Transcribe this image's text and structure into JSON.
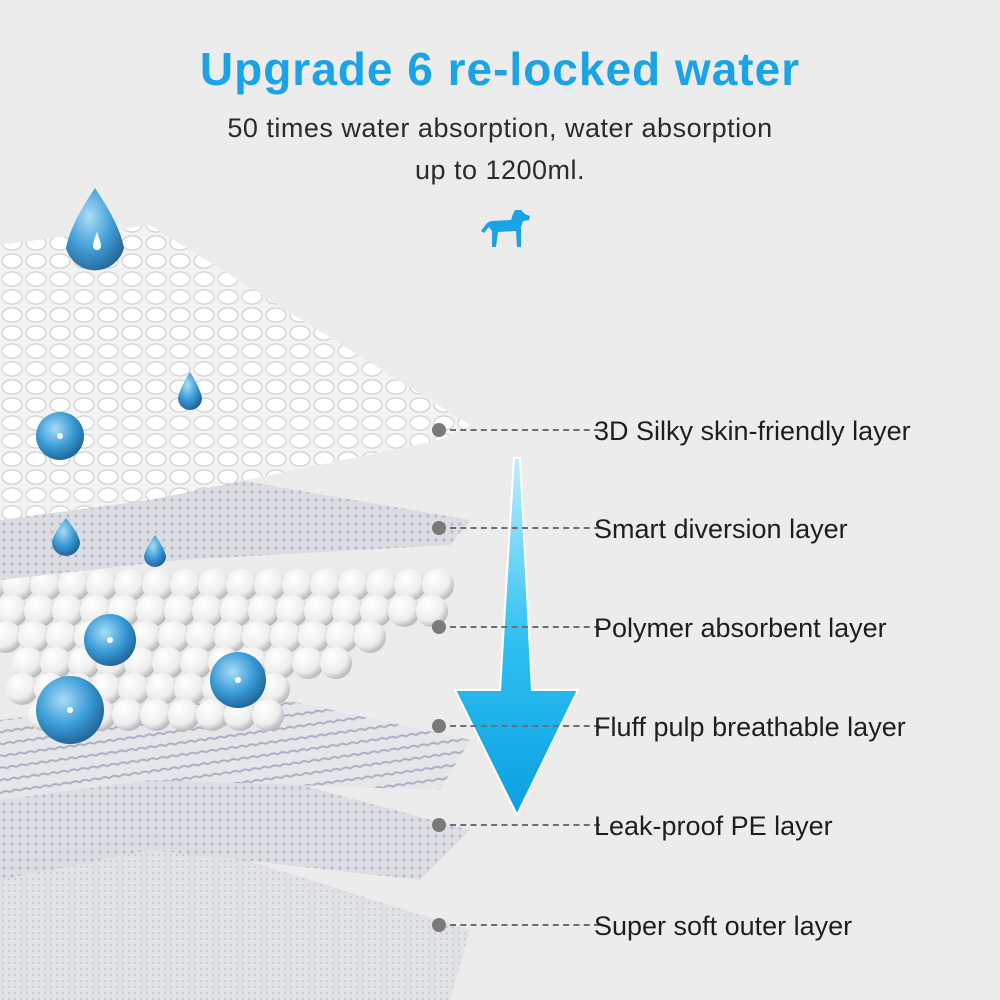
{
  "headline": "Upgrade 6 re-locked water",
  "subtitle_line1": "50 times water absorption, water absorption",
  "subtitle_line2": "up to 1200ml.",
  "icons": {
    "brand": "dog-icon",
    "flow": "down-arrow-icon",
    "droplet": "water-droplet-icon"
  },
  "colors": {
    "accent": "#1aa3e8",
    "text": "#1e1e1e",
    "connector": "#7a7a7a",
    "background": "#ececec"
  },
  "layers": [
    {
      "label": "3D Silky skin-friendly layer"
    },
    {
      "label": "Smart diversion layer"
    },
    {
      "label": "Polymer absorbent layer"
    },
    {
      "label": "Fluff pulp breathable layer"
    },
    {
      "label": "Leak-proof PE layer"
    },
    {
      "label": "Super soft outer layer"
    }
  ]
}
